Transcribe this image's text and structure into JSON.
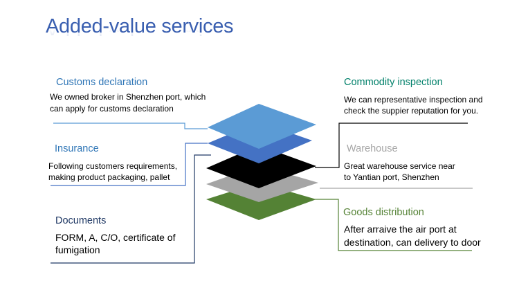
{
  "title": "Added-value services",
  "left": [
    {
      "heading": "Customs declaration",
      "desc": [
        "We owned broker in Shenzhen port, which",
        "can apply for customs declaration"
      ]
    },
    {
      "heading": "Insurance",
      "desc": [
        "Following customers requirements,",
        "making product packaging, pallet"
      ]
    },
    {
      "heading": "Documents",
      "desc": [
        "FORM, A, C/O, certificate of",
        "fumigation"
      ]
    }
  ],
  "right": [
    {
      "heading": "Commodity inspection",
      "desc": [
        "We can representative inspection and",
        "check the suppier reputation for you."
      ]
    },
    {
      "heading": "Warehouse",
      "desc": [
        "Great warehouse service near",
        "to Yantian port, Shenzhen"
      ]
    },
    {
      "heading": "Goods distribution",
      "desc": [
        "After arraive the air port at",
        "destination, can delivery to door"
      ]
    }
  ],
  "colors": {
    "title": "#3a5fb0",
    "layer_light_blue": "#5b9bd5",
    "layer_blue": "#4472c4",
    "layer_black": "#000000",
    "layer_gray": "#a5a5a5",
    "layer_green": "#548235",
    "heading_blue": "#2e75b6",
    "heading_navy": "#1f3864",
    "heading_teal": "#00806a",
    "heading_gray": "#a6a6a6",
    "heading_green": "#548235"
  }
}
